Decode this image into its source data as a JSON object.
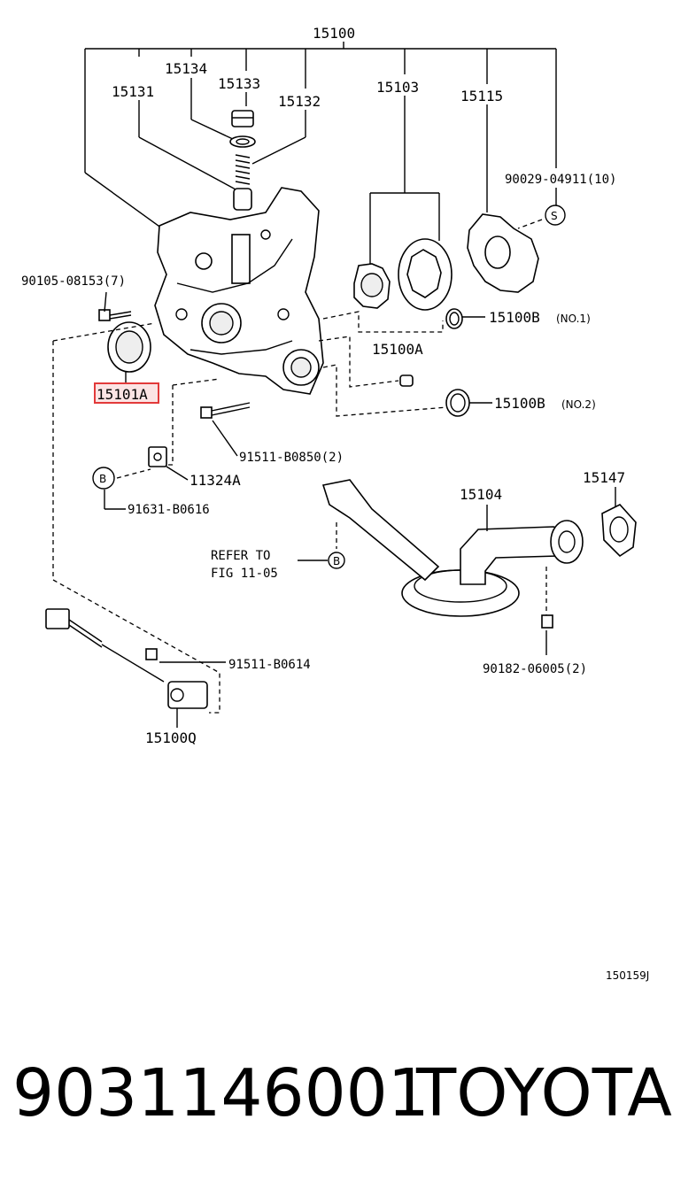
{
  "callouts": {
    "c15100": "15100",
    "c15134": "15134",
    "c15133": "15133",
    "c15131": "15131",
    "c15132": "15132",
    "c15103": "15103",
    "c15115": "15115",
    "c90029": "90029-04911(10)",
    "s_marker": "S",
    "c90105": "90105-08153(7)",
    "c15100b1": "15100B",
    "c15100b1_note": "(NO.1)",
    "c15100a": "15100A",
    "c15101a": "15101A",
    "c15100b2": "15100B",
    "c15100b2_note": "(NO.2)",
    "c91511b0850": "91511-B0850(2)",
    "c11324a": "11324A",
    "b_marker": "B",
    "c91631": "91631-B0616",
    "c15104": "15104",
    "c15147": "15147",
    "refer1": "REFER TO",
    "refer2": "FIG 11-05",
    "b_marker2": "B",
    "c90182": "90182-06005(2)",
    "c91511b0614": "91511-B0614",
    "c15100q": "15100Q"
  },
  "highlight_color": "#e23a3a",
  "figure_code": "150159J",
  "footer": {
    "part_number": "9031146001",
    "brand": "TOYOTA"
  }
}
